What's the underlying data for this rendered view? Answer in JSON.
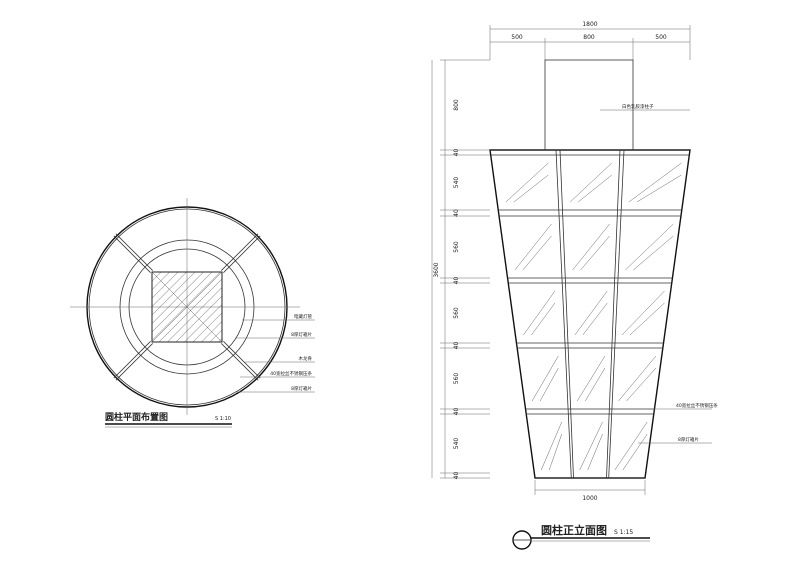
{
  "plan": {
    "title": "圆柱平面布置图",
    "scale": "S 1:10",
    "callouts": [
      "暗藏灯管",
      "8厚灯箱片",
      "木龙骨",
      "40宽拉丝不锈钢压条",
      "8厚灯箱片"
    ]
  },
  "elevation": {
    "title": "圆柱正立面图",
    "scale": "S 1:15",
    "top_dims": {
      "total": "1800",
      "parts": [
        "500",
        "800",
        "500"
      ]
    },
    "bottom_dim": "1000",
    "total_height": "3600",
    "side_dims": [
      "800",
      "40",
      "540",
      "40",
      "560",
      "40",
      "560",
      "40",
      "560",
      "40",
      "540",
      "40"
    ],
    "callouts": [
      "白色乳胶漆柱子",
      "40宽拉丝不锈钢压条",
      "8厚灯箱片"
    ]
  }
}
